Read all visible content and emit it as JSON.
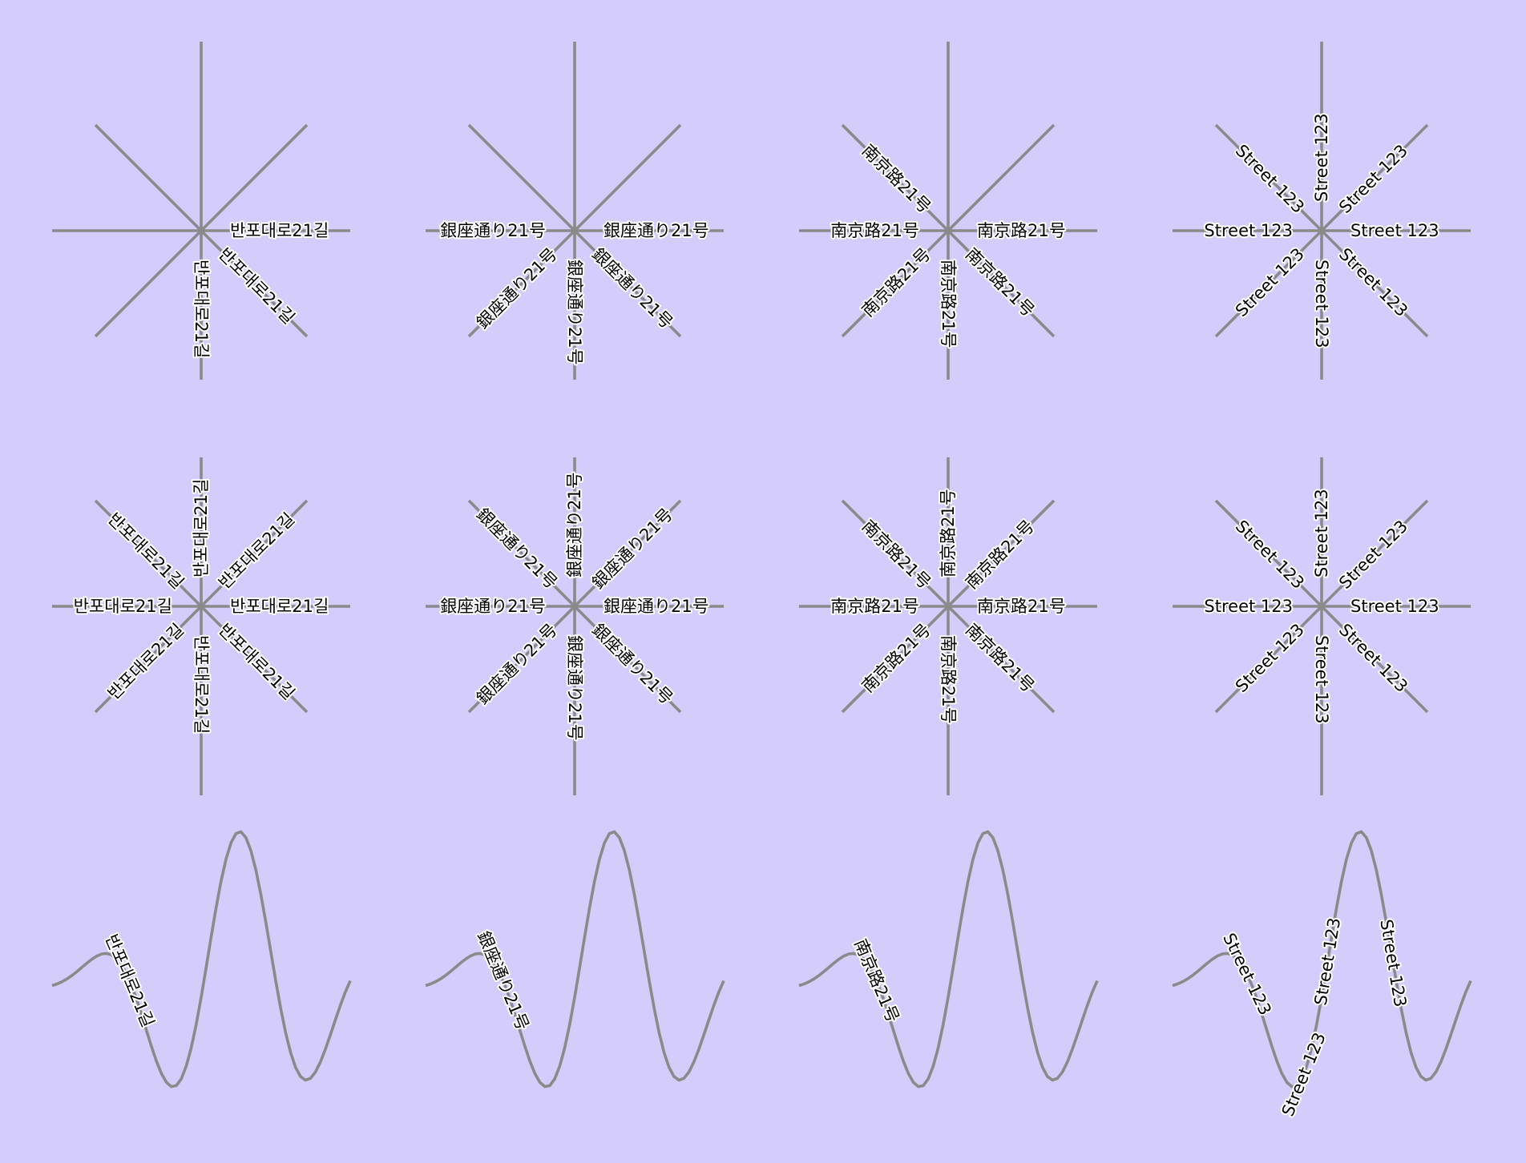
{
  "labels": {
    "korean": "반포대로21길",
    "japanese": "銀座通り21号",
    "chinese": "南京路21号",
    "latin": "Street 123"
  },
  "colors": {
    "background": "#d4ccfa",
    "line": "#8a8a8a",
    "label_fill": "#000000",
    "label_halo": "#ffffff"
  }
}
